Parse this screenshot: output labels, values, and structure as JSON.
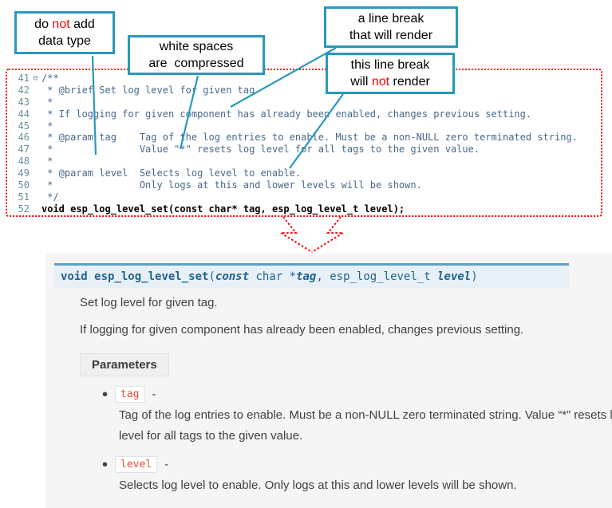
{
  "colors": {
    "callout_border": "#2a98bb",
    "connector": "#2a98bb",
    "arrow_red": "#ff0000",
    "highlight_red": "#ff0000",
    "code_comment": "#47688a",
    "gutter": "#688fa0",
    "sig_text": "#20638f",
    "sig_bg": "#e7f0f6",
    "sig_border_top": "#5a9fc7",
    "param_code_red": "#e74c3c",
    "docs_bg": "#f5f5f5",
    "body_text": "#404040"
  },
  "callouts": {
    "c1": {
      "l1a": "do ",
      "l1b": "not",
      "l1c": " add",
      "l2": "data type"
    },
    "c2": {
      "l1": "white spaces",
      "l2": "are  compressed"
    },
    "c3": {
      "l1": "a line break",
      "l2": "that will render"
    },
    "c4": {
      "l1": "this line break",
      "l2a": "will ",
      "l2b": "not",
      "l2c": " render"
    }
  },
  "code": {
    "lines": [
      {
        "num": "41",
        "fold": "⊖",
        "text": "/**"
      },
      {
        "num": "42",
        "fold": "",
        "text": " * @brief Set log level for given tag"
      },
      {
        "num": "43",
        "fold": "",
        "text": " *"
      },
      {
        "num": "44",
        "fold": "",
        "text": " * If logging for given component has already been enabled, changes previous setting."
      },
      {
        "num": "45",
        "fold": "",
        "text": " *"
      },
      {
        "num": "46",
        "fold": "",
        "text": " * @param tag    Tag of the log entries to enable. Must be a non-NULL zero terminated string."
      },
      {
        "num": "47",
        "fold": "",
        "text": " *               Value \"*\" resets log level for all tags to the given value."
      },
      {
        "num": "48",
        "fold": "",
        "text": " *"
      },
      {
        "num": "49",
        "fold": "",
        "text": " * @param level  Selects log level to enable."
      },
      {
        "num": "50",
        "fold": "",
        "text": " *               Only logs at this and lower levels will be shown."
      },
      {
        "num": "51",
        "fold": "",
        "text": " */"
      },
      {
        "num": "52",
        "fold": "",
        "text": "void esp_log_level_set(const char* tag, esp_log_level_t level);"
      }
    ]
  },
  "docs": {
    "signature": {
      "ret": "void ",
      "name": "esp_log_level_set",
      "open": "(",
      "kw_const": "const",
      "type1": " char *",
      "arg1": "tag",
      "sep": ", ",
      "type2": "esp_log_level_t",
      "sp": " ",
      "arg2": "level",
      "close": ")"
    },
    "brief": "Set log level for given tag.",
    "description": "If logging for given component has already been enabled, changes previous setting.",
    "params_label": "Parameters",
    "bullet": "•",
    "params": [
      {
        "name": "tag",
        "dash": "-",
        "desc": "Tag of the log entries to enable. Must be a non-NULL zero terminated string. Value “*” resets log level for all tags to the given value."
      },
      {
        "name": "level",
        "dash": "-",
        "desc": "Selects log level to enable. Only logs at this and lower levels will be shown."
      }
    ]
  }
}
